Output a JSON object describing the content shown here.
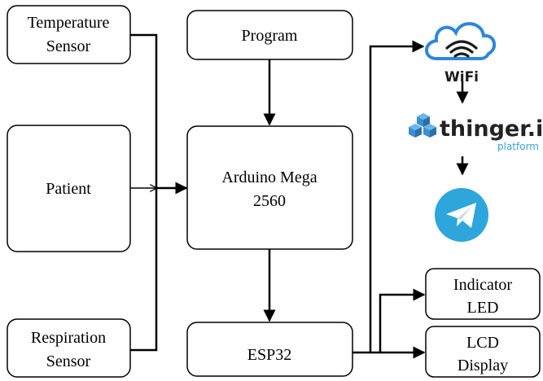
{
  "blocks": {
    "temperature_sensor": [
      "Temperature",
      "Sensor"
    ],
    "patient": "Patient",
    "respiration_sensor": [
      "Respiration",
      "Sensor"
    ],
    "program": "Program",
    "arduino": [
      "Arduino Mega",
      "2560"
    ],
    "esp32": "ESP32",
    "indicator_led": [
      "Indicator",
      "LED"
    ],
    "lcd_display": [
      "LCD",
      "Display"
    ]
  },
  "logos": {
    "wifi": {
      "text": "WiFi",
      "color": "#1a1a1a",
      "cloud_color": "#2e86de",
      "icon": "wifi-cloud-icon"
    },
    "thinger": {
      "name": "thinger.io",
      "tagline": "platform",
      "text_color": "#222222",
      "tagline_color": "#3aa0d8",
      "cubes_color": "#3a8fd0",
      "icon": "cubes-icon"
    },
    "telegram": {
      "circle_color": "#2ea6dc",
      "plane_color": "#ffffff",
      "icon": "telegram-icon"
    }
  }
}
